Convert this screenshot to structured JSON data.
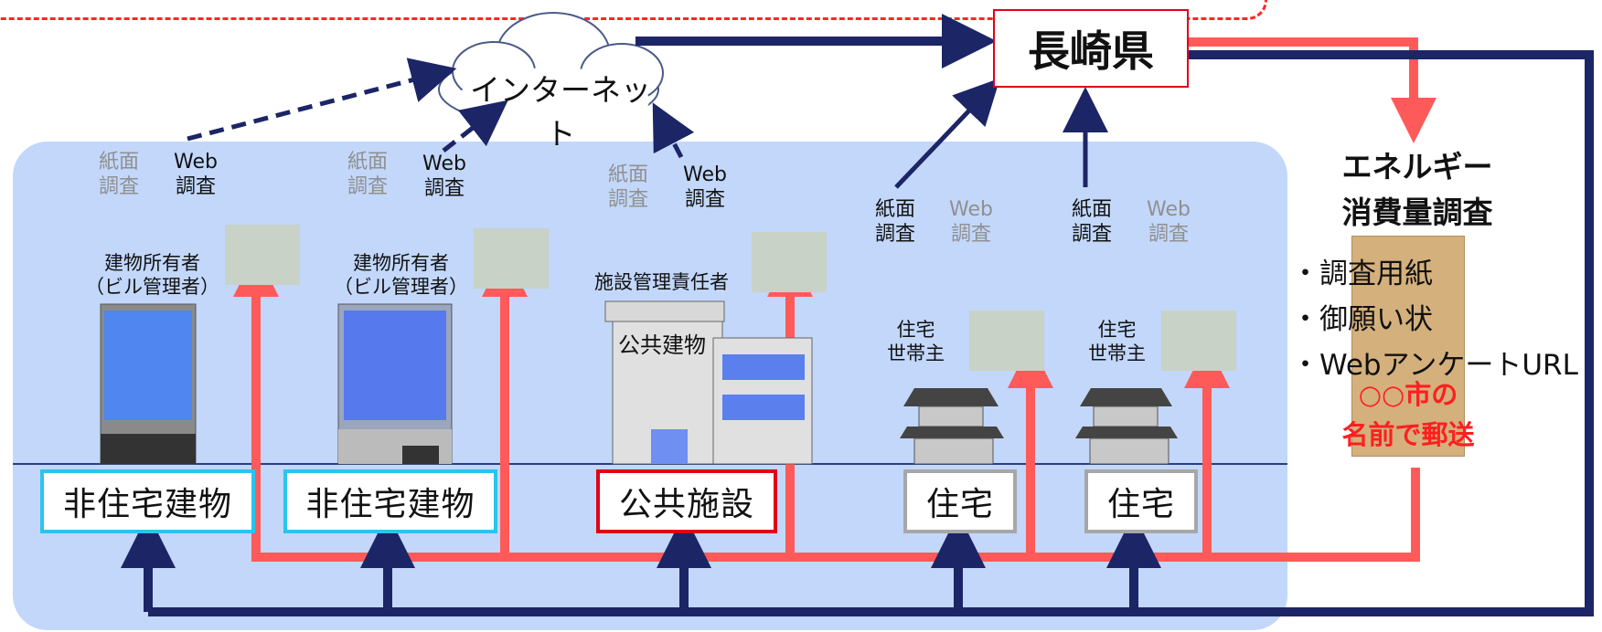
{
  "internet": "インターネット",
  "prefecture": "長崎県",
  "survey": {
    "paper": "紙面\n調査",
    "web": "Web\n調査"
  },
  "actors": {
    "owner": "建物所有者\n（ビル管理者）",
    "facility_manager": "施設管理責任者",
    "householder": "住宅\n世帯主"
  },
  "public_building_sign": "公共建物",
  "categories": {
    "nonres1": "非住宅建物",
    "nonres2": "非住宅建物",
    "public": "公共施設",
    "house1": "住宅",
    "house2": "住宅"
  },
  "energy": {
    "title": "エネルギー\n消費量調査",
    "items": [
      "・調査用紙",
      "・御願い状",
      "・WebアンケートURL"
    ],
    "note_line1": "○○市の",
    "note_line2": "名前で郵送"
  },
  "colors": {
    "panel": "#c2d7fa",
    "navy": "#1c2566",
    "red_arrow": "#ff5a5a",
    "accent_red": "#e0001b",
    "accent_cyan": "#2bc4ec"
  }
}
